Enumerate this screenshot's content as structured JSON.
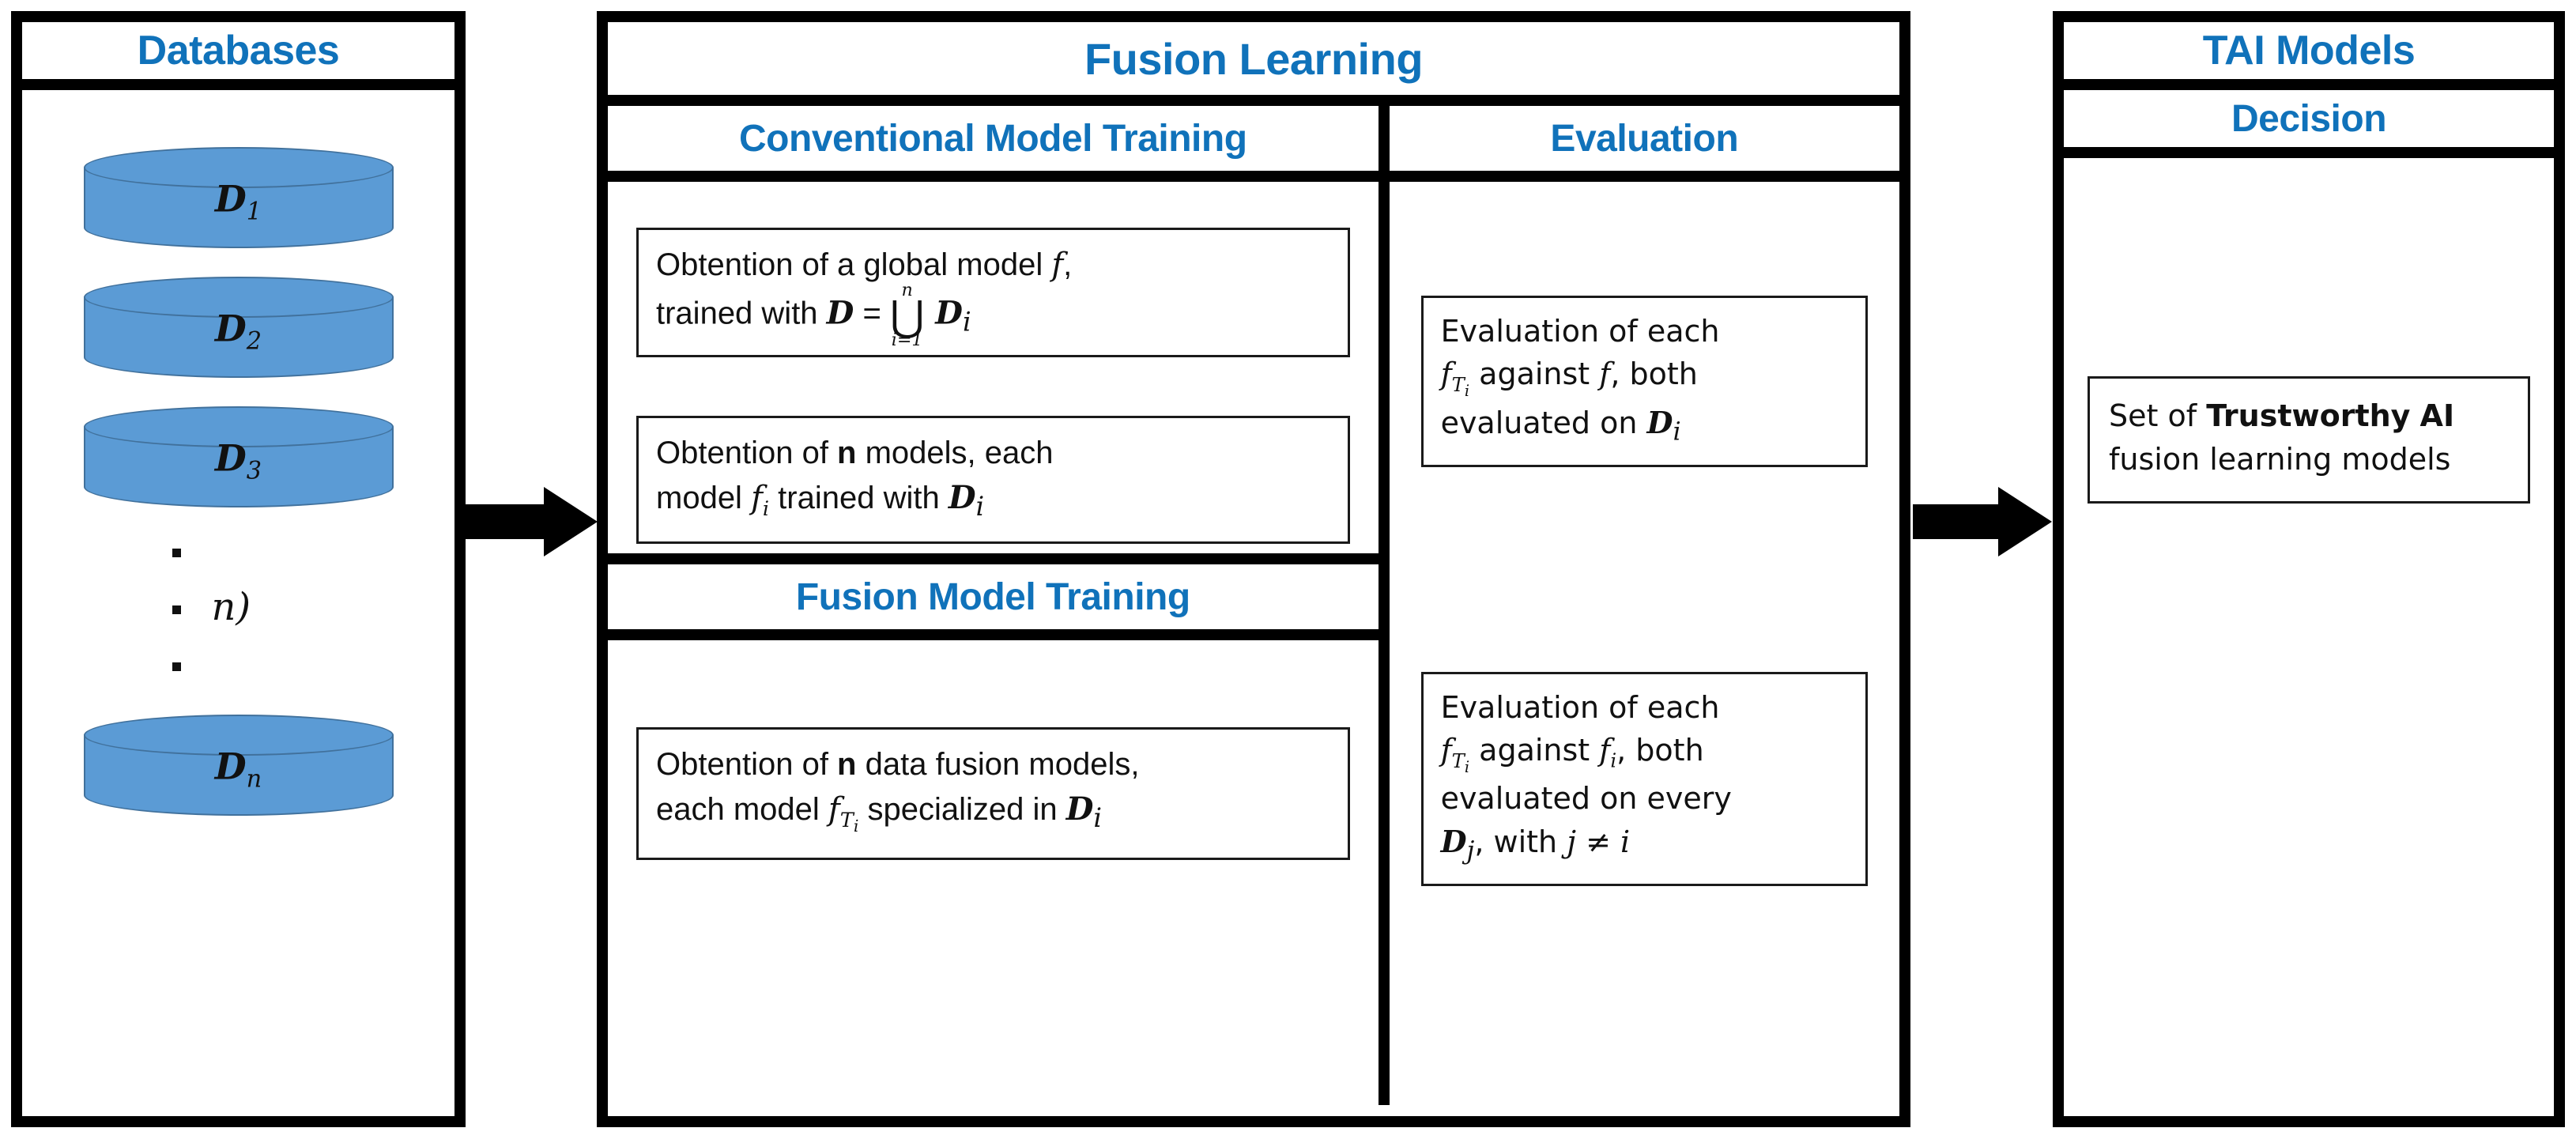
{
  "databases": {
    "title": "Databases",
    "cylinders": [
      {
        "label": "D",
        "subscript": "1"
      },
      {
        "label": "D",
        "subscript": "2"
      },
      {
        "label": "D",
        "subscript": "3"
      },
      {
        "label": "D",
        "subscript": "n"
      }
    ],
    "ellipsis_annotation": "n)"
  },
  "fusion_learning": {
    "title": "Fusion Learning",
    "columns": {
      "conventional": {
        "heading": "Conventional Model Training",
        "boxes": [
          {
            "id": "global-model-box",
            "line1_pre": "Obtention of a global model ",
            "line1_math": "f",
            "line1_post": ",",
            "line2_pre": "trained with ",
            "line2_set": "D",
            "line2_eq": " = ",
            "line2_op": "⋃",
            "line2_op_top": "n",
            "line2_op_bottom": "i=1",
            "line2_tail_set": "D",
            "line2_tail_sub": "i"
          },
          {
            "id": "n-models-box",
            "line1_pre": "Obtention of ",
            "line1_bold": "n",
            "line1_post": " models, each",
            "line2_pre": "model ",
            "line2_math": "f",
            "line2_math_sub": "i",
            "line2_mid": " trained with ",
            "line2_set": "D",
            "line2_set_sub": "i"
          }
        ],
        "fusion_heading": "Fusion Model Training",
        "fusion_boxes": [
          {
            "id": "fusion-models-box",
            "line1_pre": "Obtention of ",
            "line1_bold": "n",
            "line1_post": " data fusion models,",
            "line2_pre": "each model ",
            "line2_math": "f",
            "line2_math_sub": "T",
            "line2_math_subsub": "i",
            "line2_mid": " specialized in ",
            "line2_set": "D",
            "line2_set_sub": "i"
          }
        ]
      },
      "evaluation": {
        "heading": "Evaluation",
        "boxes": [
          {
            "id": "eval-vs-global-box",
            "line1": "Evaluation of each",
            "line2_math": "f",
            "line2_math_sub": "T",
            "line2_math_subsub": "i",
            "line2_mid": " against ",
            "line2_math2": "f",
            "line2_post": ", both",
            "line3_pre": "evaluated on ",
            "line3_set": "D",
            "line3_set_sub": "i"
          },
          {
            "id": "eval-vs-local-box",
            "line1": "Evaluation of each",
            "line2_math": "f",
            "line2_math_sub": "T",
            "line2_math_subsub": "i",
            "line2_mid": " against ",
            "line2_math2": "f",
            "line2_math2_sub": "i",
            "line2_post": ", both",
            "line3": "evaluated on every",
            "line4_set": "D",
            "line4_set_sub": "j",
            "line4_mid": ", with ",
            "line4_math": "j ≠ i"
          }
        ]
      }
    }
  },
  "tai_models": {
    "title": "TAI Models",
    "decision_heading": "Decision",
    "result_box": {
      "pre": "Set of ",
      "bold1": "Trustworthy",
      "bold2": "AI",
      "post": " fusion learning models"
    }
  },
  "arrows": [
    {
      "id": "arrow-databases-to-fusion"
    },
    {
      "id": "arrow-fusion-to-tai"
    }
  ],
  "colors": {
    "heading_blue": "#1072BA",
    "cylinder_fill": "#5B9BD5",
    "cylinder_stroke": "#41719C",
    "border_black": "#000000",
    "text_black": "#111111"
  }
}
